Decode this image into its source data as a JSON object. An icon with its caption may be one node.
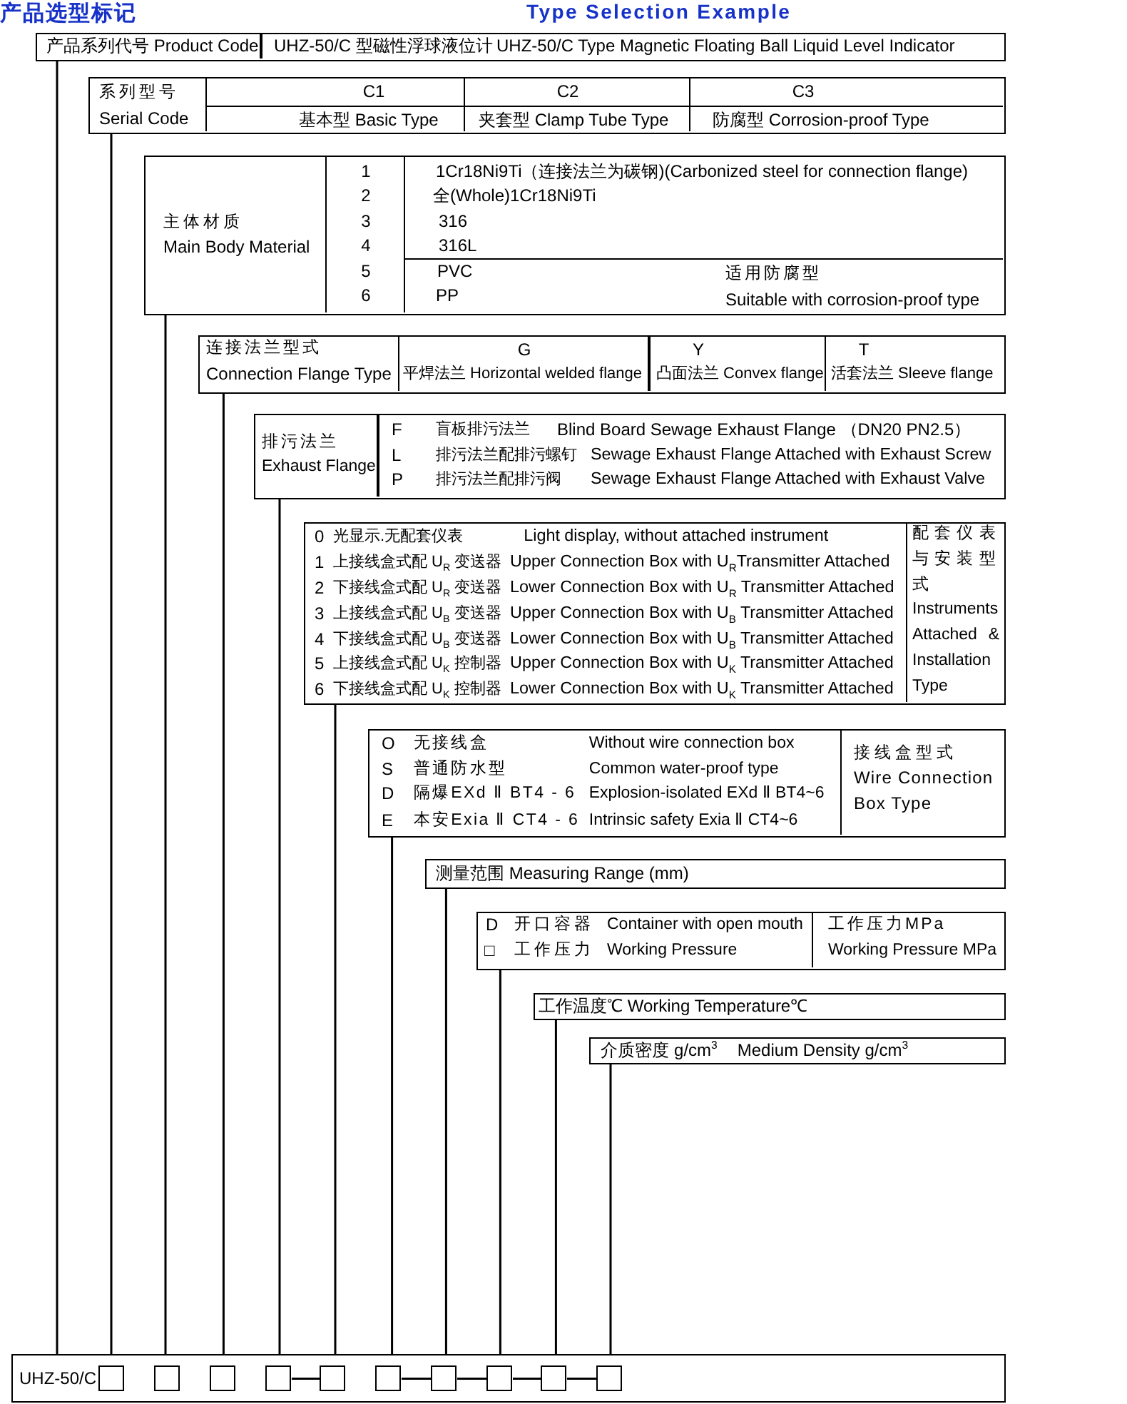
{
  "diagram": {
    "title": "产品选型标记",
    "nodes": [
      {
        "text": [
          "产品系列代号 Product Code",
          "UHZ-50/C 型磁性浮球液位计",
          "UHZ-50/C Type Magnetic Floating Ball Liquid Level Indicator"
        ]
      },
      {
        "text": [
          "系列型号",
          "Serial Code",
          "C1",
          "C2",
          "C3",
          "基本型 Basic Type",
          "夹套型 Clamp Tube Type",
          "防腐型 Corrosion-proof Type"
        ]
      },
      {
        "text": [
          "主体材质",
          "Main Body Material",
          "1",
          "1Cr18Ni9Ti（连接法兰为碳钢)(Carbonized steel for connection flange)",
          "2",
          "全(Whole)1Cr18Ni9Ti",
          "3",
          "316",
          "4",
          "316L",
          "5",
          "PVC",
          "6",
          "PP",
          "适用防腐型",
          "Suitable with corrosion-proof type"
        ]
      },
      {
        "text": [
          "连接法兰型式",
          "Connection Flange Type",
          "G",
          "Y",
          "T",
          "平焊法兰 Horizontal welded flange",
          "凸面法兰 Convex flange",
          "活套法兰 Sleeve flange"
        ]
      },
      {
        "text": [
          "排污法兰",
          "Exhaust Flange",
          "F",
          "盲板排污法兰",
          "Blind Board Sewage Exhaust Flange （DN20 PN2.5）",
          "L",
          "排污法兰配排污螺钉",
          "Sewage Exhaust Flange Attached with Exhaust Screw",
          "P",
          "排污法兰配排污阀",
          "Sewage Exhaust Flange Attached with Exhaust Valve"
        ]
      },
      {
        "text": [
          "0",
          "光显示.无配套仪表",
          "Light display, without attached instrument",
          "1",
          "上接线盒式配 U$_{R}$ 变送器",
          "Upper Connection Box with U$_{R}$Transmitter Attached",
          "2",
          "下接线盒式配 U$_{R}$ 变送器",
          "Lower Connection Box with U$_{R}$ Transmitter Attached",
          "3",
          "上接线盒式配 U$_{B}$ 变送器",
          "Upper Connection Box with U$_{B}$ Transmitter Attached",
          "4",
          "下接线盒式配 U$_{B}$ 变送器",
          "Lower Connection Box with U$_{B}$ Transmitter Attached",
          "5",
          "上接线盒式配 U$_{K}$ 控制器",
          "Upper Connection Box with U$_{K}$ Transmitter Attached",
          "6",
          "下接线盒式配 U$_{K}$ 控制器",
          "Lower Connection Box with U$_{K}$ Transmitter Attached",
          "配套仪表与安装型式Instruments Attached & Installation Type"
        ]
      },
      {
        "text": [
          "O",
          "无接线盒",
          "Without wire connection box",
          "S",
          "普通防水型",
          "Common water-proof type",
          "D",
          "隔爆EXd Ⅱ BT4 - 6",
          "Explosion-isolated EXd Ⅱ BT4~6",
          "E",
          "本安Exia Ⅱ CT4 - 6",
          "Intrinsic safety Exia Ⅱ CT4~6",
          "接线盒型式",
          "Wire Connection Box Type"
        ]
      },
      {
        "text": [
          "测量范围 Measuring Range (mm)"
        ]
      },
      {
        "text": [
          "D",
          "开口容器",
          "Container with open mouth",
          "□",
          "工作压力",
          "Working Pressure",
          "工作压力MPa",
          "Working Pressure MPa"
        ]
      },
      {
        "text": [
          "工作温度℃ Working Temperature℃"
        ]
      },
      {
        "text": [
          "介质密度 g/cm$^{3}$",
          "Medium Density g/cm$^{3}$"
        ]
      },
      {
        "text": [
          "UHZ-50/C"
        ]
      },
      {
        "text": [],
        "shape": "box",
        "in": 11
      },
      {
        "text": [],
        "shape": "box",
        "in": 11
      },
      {
        "text": [],
        "shape": "box",
        "in": 11
      },
      {
        "text": [],
        "shape": "box",
        "in": 11
      },
      {
        "text": [],
        "shape": "box",
        "in": 11
      },
      {
        "text": [],
        "shape": "box",
        "in": 11
      },
      {
        "text": [],
        "shape": "box",
        "in": 11
      },
      {
        "text": [],
        "shape": "box",
        "in": 11
      },
      {
        "text": [],
        "shape": "box",
        "in": 11
      },
      {
        "text": [],
        "shape": "box",
        "in": 11
      }
    ],
    "edges": [
      {
        "from": 0,
        "to": 11,
        "arrow": "none"
      },
      {
        "from": 1,
        "to": 11,
        "arrow": "none"
      },
      {
        "from": 2,
        "to": 11,
        "arrow": "none"
      },
      {
        "from": 3,
        "to": 11,
        "arrow": "none"
      },
      {
        "from": 4,
        "to": 11,
        "arrow": "none"
      },
      {
        "from": 5,
        "to": 11,
        "arrow": "none"
      },
      {
        "from": 6,
        "to": 11,
        "arrow": "none"
      },
      {
        "from": 7,
        "to": 11,
        "arrow": "none"
      },
      {
        "from": 8,
        "to": 11,
        "arrow": "none"
      },
      {
        "from": 9,
        "to": 11,
        "arrow": "none"
      },
      {
        "from": 10,
        "to": 11,
        "arrow": "none"
      },
      {
        "from": 15,
        "to": 16,
        "arrow": "none"
      },
      {
        "from": 17,
        "to": 18,
        "arrow": "none"
      },
      {
        "from": 18,
        "to": 19,
        "arrow": "none"
      },
      {
        "from": 19,
        "to": 20,
        "arrow": "none"
      },
      {
        "from": 20,
        "to": 21,
        "arrow": "none"
      }
    ],
    "labels": [
      "Type Selection Example"
    ]
  }
}
